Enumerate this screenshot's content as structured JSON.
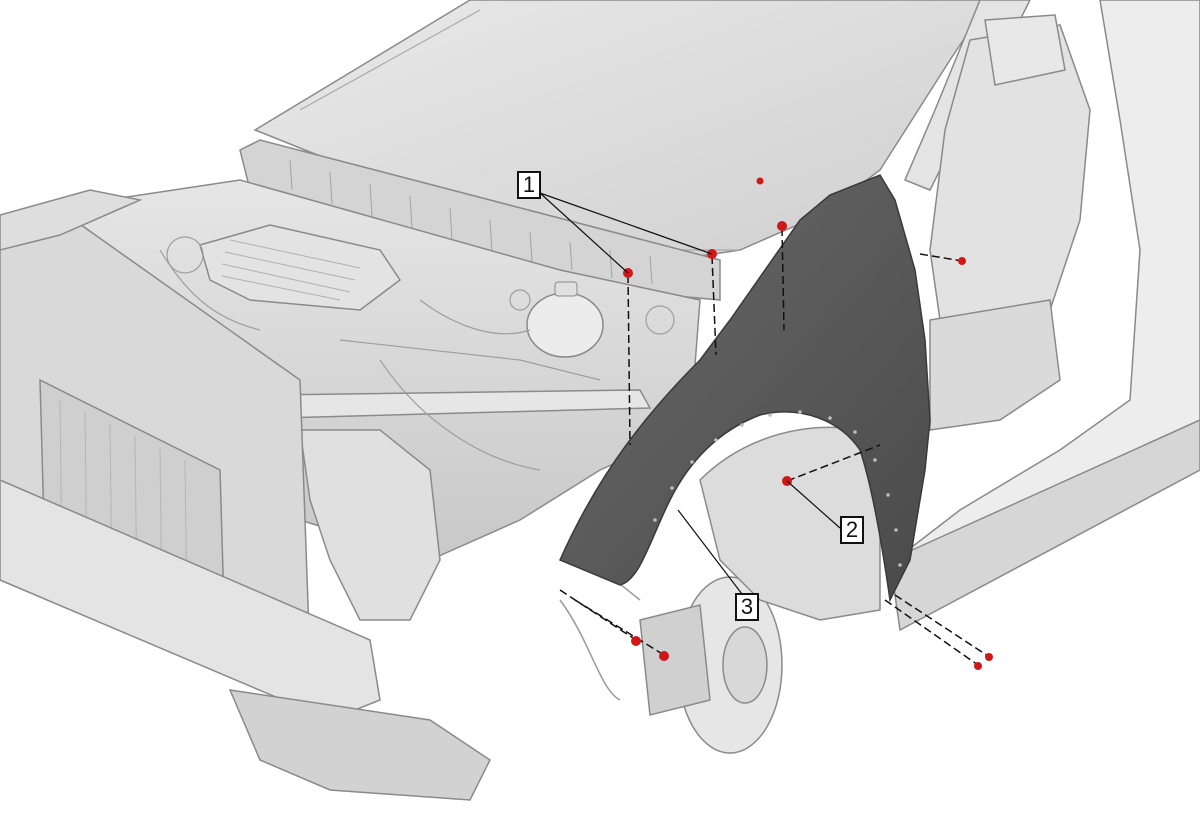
{
  "diagram": {
    "callouts": [
      {
        "id": "callout-1",
        "label": "1"
      },
      {
        "id": "callout-2",
        "label": "2"
      },
      {
        "id": "callout-3",
        "label": "3"
      }
    ],
    "colors": {
      "line_art": "#9a9a9a",
      "body_fill": "#dcdcdc",
      "highlighted_fender": "#5a5a5a",
      "fastener": "#d01818",
      "leader_line": "#111111",
      "background": "#ffffff"
    }
  }
}
